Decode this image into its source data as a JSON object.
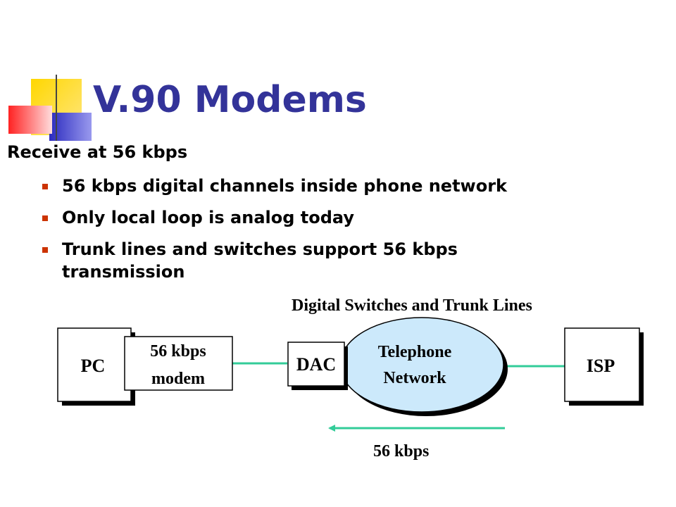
{
  "title": "V.90 Modems",
  "heading": "Receive at 56 kbps",
  "bullets": [
    "56 kbps digital channels inside phone network",
    "Only local loop is analog today",
    "Trunk lines and switches support 56 kbps transmission"
  ],
  "diagram": {
    "caption": "Digital Switches and Trunk Lines",
    "pc_label": "PC",
    "modem_label_line1": "56 kbps",
    "modem_label_line2": "modem",
    "dac_label": "DAC",
    "network_label_line1": "Telephone",
    "network_label_line2": "Network",
    "isp_label": "ISP",
    "speed_label": "56 kbps"
  },
  "colors": {
    "title": "#333399",
    "bullet": "#cc3300",
    "link_line": "#33cc99",
    "network_fill": "#cce9fb",
    "decor_yellow": "#ffcc00",
    "decor_blue": "#3333cc",
    "decor_red": "#ff3333"
  }
}
